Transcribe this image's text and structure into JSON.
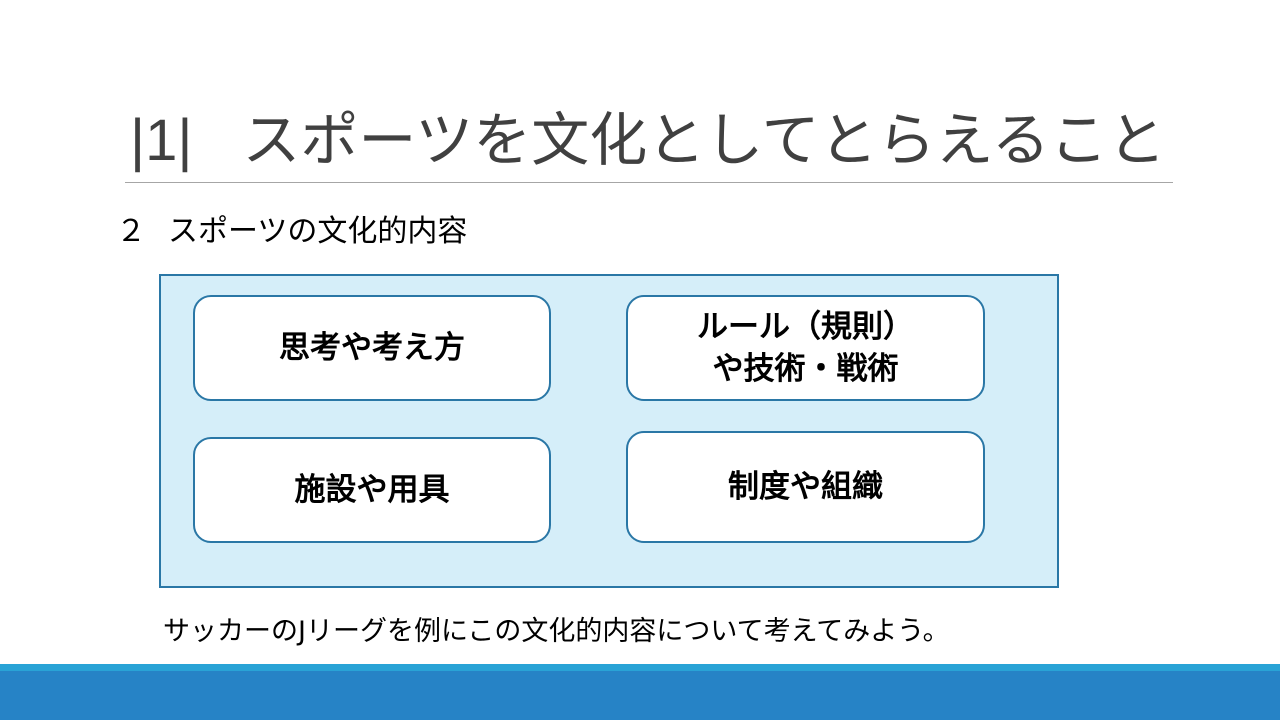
{
  "title": {
    "number": "|1|",
    "text": "スポーツを文化としてとらえること"
  },
  "subtitle": {
    "number": "２",
    "text": "スポーツの文化的内容"
  },
  "cards": [
    {
      "lines": [
        "思考や考え方"
      ]
    },
    {
      "lines": [
        "ルール（規則）",
        "や技術・戦術"
      ]
    },
    {
      "lines": [
        "施設や用具"
      ]
    },
    {
      "lines": [
        "制度や組織"
      ]
    }
  ],
  "caption": "サッカーのJリーグを例にこの文化的内容について考えてみよう。",
  "colors": {
    "panel_fill": "#d5eef9",
    "card_border": "#2a77a6",
    "bar_thin": "#29a3d6",
    "bar": "#2683c6"
  }
}
